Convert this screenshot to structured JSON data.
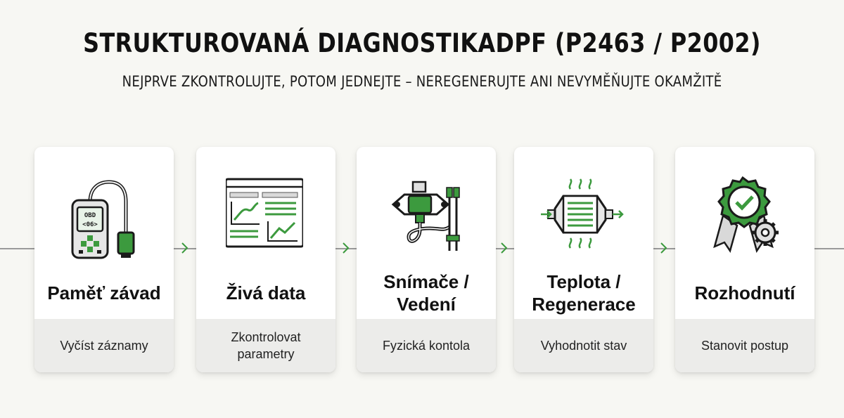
{
  "header": {
    "title": "STRUKTUROVANÁ DIAGNOSTIKADPF (P2463 / P2002)",
    "subtitle": "NEJPRVE ZKONTROLUJTE, POTOM JEDNEJTE – NEREGENERUJTE ANI NEVYMĚŇUJTE OKAMŽITĚ"
  },
  "colors": {
    "accent": "#3c9a3e",
    "dark": "#1a1a1a",
    "card_footer": "#ececea"
  },
  "steps": [
    {
      "icon": "obd-scanner-icon",
      "screen_line1": "OBD",
      "screen_line2": "<06>",
      "title": "Paměť závad",
      "desc": "Vyčíst záznamy"
    },
    {
      "icon": "live-data-monitor-icon",
      "title": "Živá data",
      "desc": "Zkontrolovat parametry"
    },
    {
      "icon": "sensor-wiring-icon",
      "title": "Snímače / Vedení",
      "desc": "Fyzická kontola"
    },
    {
      "icon": "dpf-filter-heat-icon",
      "title": "Teplota / Regenerace",
      "desc": "Vyhodnotit stav"
    },
    {
      "icon": "approval-badge-gear-icon",
      "title": "Rozhodnutí",
      "desc": "Stanovit postup"
    }
  ]
}
